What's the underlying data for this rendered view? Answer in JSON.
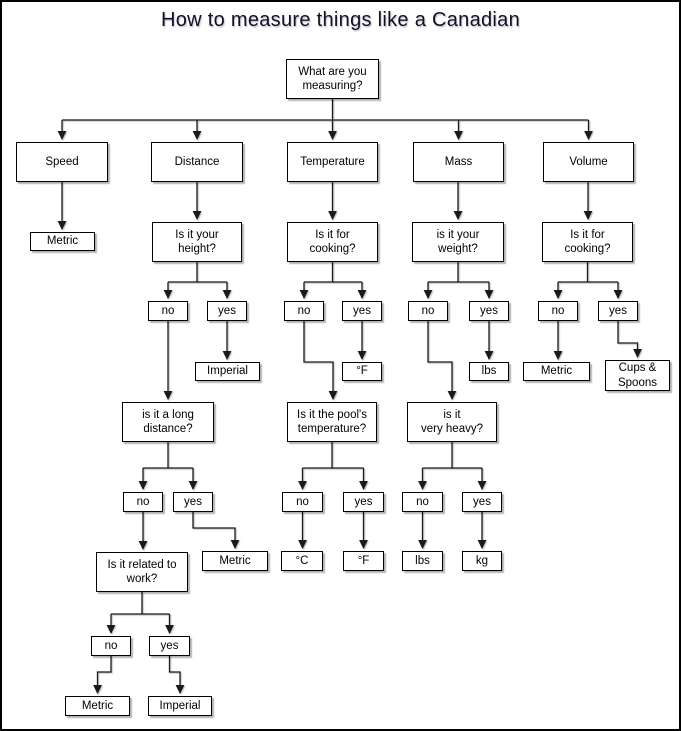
{
  "title": "How to measure things like a Canadian",
  "diagram_type": "flowchart",
  "nodes": {
    "root": "What are you\nmeasuring?",
    "cat_speed": "Speed",
    "cat_distance": "Distance",
    "cat_temperature": "Temperature",
    "cat_mass": "Mass",
    "cat_volume": "Volume",
    "speed_result": "Metric",
    "q_height": "Is it your\nheight?",
    "q_cooking_temp": "Is it for\ncooking?",
    "q_weight": "is it your\nweight?",
    "q_cooking_vol": "Is it for\ncooking?",
    "height_no": "no",
    "height_yes": "yes",
    "cooking_temp_no": "no",
    "cooking_temp_yes": "yes",
    "weight_no": "no",
    "weight_yes": "yes",
    "cooking_vol_no": "no",
    "cooking_vol_yes": "yes",
    "height_yes_result": "Imperial",
    "cooking_temp_yes_result": "°F",
    "weight_yes_result": "lbs",
    "cooking_vol_no_result": "Metric",
    "cooking_vol_yes_result": "Cups &\nSpoons",
    "q_long_distance": "is it a long\ndistance?",
    "q_pool": "Is it the pool's\ntemperature?",
    "q_heavy": "is it\nvery heavy?",
    "long_no": "no",
    "long_yes": "yes",
    "pool_no": "no",
    "pool_yes": "yes",
    "heavy_no": "no",
    "heavy_yes": "yes",
    "long_yes_result": "Metric",
    "pool_no_result": "°C",
    "pool_yes_result": "°F",
    "heavy_no_result": "lbs",
    "heavy_yes_result": "kg",
    "q_work": "Is it related to\nwork?",
    "work_no": "no",
    "work_yes": "yes",
    "work_no_result": "Metric",
    "work_yes_result": "Imperial"
  },
  "edges": [
    {
      "from": "root",
      "to": "cat_speed"
    },
    {
      "from": "root",
      "to": "cat_distance"
    },
    {
      "from": "root",
      "to": "cat_temperature"
    },
    {
      "from": "root",
      "to": "cat_mass"
    },
    {
      "from": "root",
      "to": "cat_volume"
    },
    {
      "from": "cat_speed",
      "to": "speed_result"
    },
    {
      "from": "cat_distance",
      "to": "q_height"
    },
    {
      "from": "cat_temperature",
      "to": "q_cooking_temp"
    },
    {
      "from": "cat_mass",
      "to": "q_weight"
    },
    {
      "from": "cat_volume",
      "to": "q_cooking_vol"
    },
    {
      "from": "q_height",
      "to": "height_no"
    },
    {
      "from": "q_height",
      "to": "height_yes"
    },
    {
      "from": "height_no",
      "to": "q_long_distance"
    },
    {
      "from": "height_yes",
      "to": "height_yes_result"
    },
    {
      "from": "q_cooking_temp",
      "to": "cooking_temp_no"
    },
    {
      "from": "q_cooking_temp",
      "to": "cooking_temp_yes"
    },
    {
      "from": "cooking_temp_no",
      "to": "q_pool"
    },
    {
      "from": "cooking_temp_yes",
      "to": "cooking_temp_yes_result"
    },
    {
      "from": "q_weight",
      "to": "weight_no"
    },
    {
      "from": "q_weight",
      "to": "weight_yes"
    },
    {
      "from": "weight_no",
      "to": "q_heavy"
    },
    {
      "from": "weight_yes",
      "to": "weight_yes_result"
    },
    {
      "from": "q_cooking_vol",
      "to": "cooking_vol_no"
    },
    {
      "from": "q_cooking_vol",
      "to": "cooking_vol_yes"
    },
    {
      "from": "cooking_vol_no",
      "to": "cooking_vol_no_result"
    },
    {
      "from": "cooking_vol_yes",
      "to": "cooking_vol_yes_result"
    },
    {
      "from": "q_long_distance",
      "to": "long_no"
    },
    {
      "from": "q_long_distance",
      "to": "long_yes"
    },
    {
      "from": "long_no",
      "to": "q_work"
    },
    {
      "from": "long_yes",
      "to": "long_yes_result"
    },
    {
      "from": "q_pool",
      "to": "pool_no"
    },
    {
      "from": "q_pool",
      "to": "pool_yes"
    },
    {
      "from": "pool_no",
      "to": "pool_no_result"
    },
    {
      "from": "pool_yes",
      "to": "pool_yes_result"
    },
    {
      "from": "q_heavy",
      "to": "heavy_no"
    },
    {
      "from": "q_heavy",
      "to": "heavy_yes"
    },
    {
      "from": "heavy_no",
      "to": "heavy_no_result"
    },
    {
      "from": "heavy_yes",
      "to": "heavy_yes_result"
    },
    {
      "from": "q_work",
      "to": "work_no"
    },
    {
      "from": "q_work",
      "to": "work_yes"
    },
    {
      "from": "work_no",
      "to": "work_no_result"
    },
    {
      "from": "work_yes",
      "to": "work_yes_result"
    }
  ]
}
